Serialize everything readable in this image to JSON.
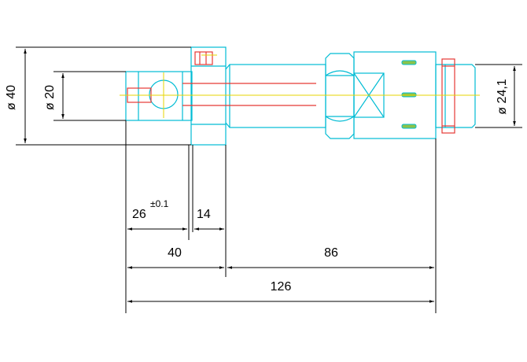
{
  "drawing": {
    "colors": {
      "outline": "#00bcd4",
      "centerline": "#e6d600",
      "hidden": "#e53935",
      "dimension": "#000000",
      "slot_fill": "#8bc34a"
    },
    "dimensions": {
      "dia_40": "ø 40",
      "dia_20": "ø 20",
      "dia_24_1": "ø 24,1",
      "len_26": "26",
      "tol_26": "±0.1",
      "len_14": "14",
      "len_40": "40",
      "len_86": "86",
      "len_126": "126"
    }
  }
}
